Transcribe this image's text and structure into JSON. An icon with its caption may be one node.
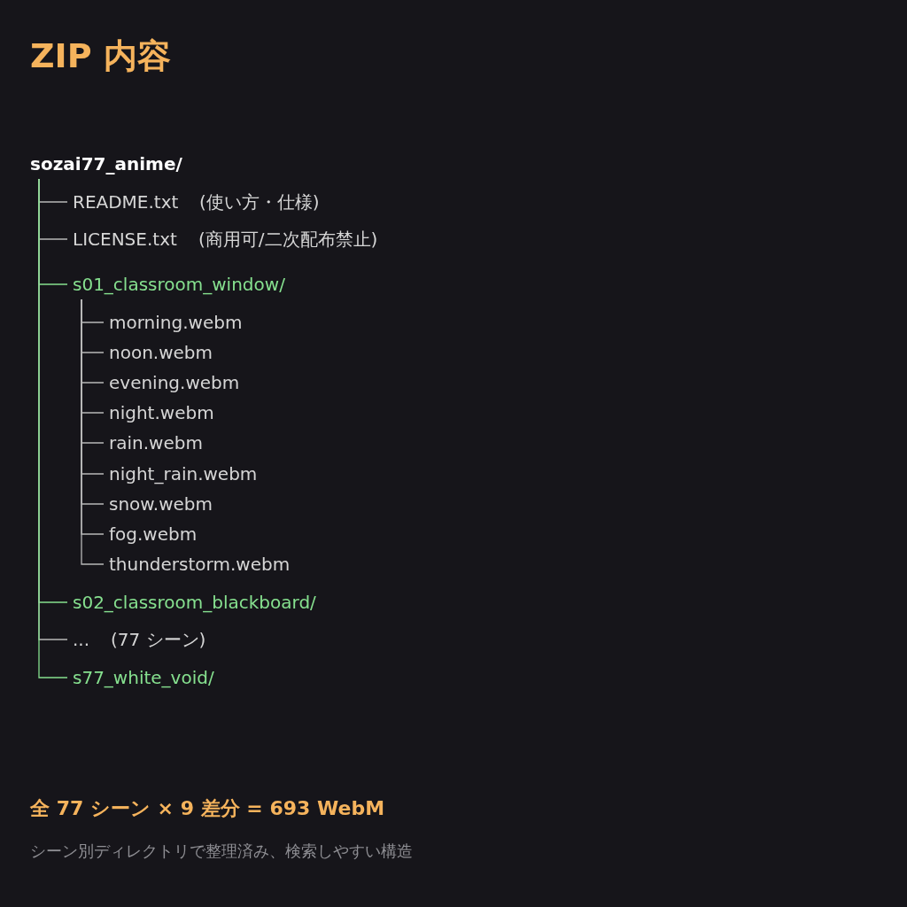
{
  "diagram": {
    "title": "ZIP 内容",
    "nodes": [
      {
        "text": [
          "sozai77_anime/"
        ]
      },
      {
        "text": [
          "README.txt"
        ],
        "beside": [
          "(使い方・仕様)"
        ]
      },
      {
        "text": [
          "LICENSE.txt"
        ],
        "beside": [
          "(商用可/二次配布禁止)"
        ]
      },
      {
        "text": [
          "s01_classroom_window/"
        ]
      },
      {
        "text": [
          "morning.webm"
        ]
      },
      {
        "text": [
          "noon.webm"
        ]
      },
      {
        "text": [
          "evening.webm"
        ]
      },
      {
        "text": [
          "night.webm"
        ]
      },
      {
        "text": [
          "rain.webm"
        ]
      },
      {
        "text": [
          "night_rain.webm"
        ]
      },
      {
        "text": [
          "snow.webm"
        ]
      },
      {
        "text": [
          "fog.webm"
        ]
      },
      {
        "text": [
          "thunderstorm.webm"
        ]
      },
      {
        "text": [
          "s02_classroom_blackboard/"
        ]
      },
      {
        "text": [
          "..."
        ],
        "beside": [
          "(77 シーン)"
        ]
      },
      {
        "text": [
          "s77_white_void/"
        ]
      }
    ],
    "edges": [
      {
        "from": 0,
        "to": 1,
        "arrow": "none"
      },
      {
        "from": 0,
        "to": 2,
        "arrow": "none"
      },
      {
        "from": 0,
        "to": 3,
        "arrow": "none",
        "color": "#86e08f"
      },
      {
        "from": 3,
        "to": 4,
        "arrow": "none"
      },
      {
        "from": 3,
        "to": 5,
        "arrow": "none"
      },
      {
        "from": 3,
        "to": 6,
        "arrow": "none"
      },
      {
        "from": 3,
        "to": 7,
        "arrow": "none"
      },
      {
        "from": 3,
        "to": 8,
        "arrow": "none"
      },
      {
        "from": 3,
        "to": 9,
        "arrow": "none"
      },
      {
        "from": 3,
        "to": 10,
        "arrow": "none"
      },
      {
        "from": 3,
        "to": 11,
        "arrow": "none"
      },
      {
        "from": 3,
        "to": 12,
        "arrow": "none"
      },
      {
        "from": 0,
        "to": 13,
        "arrow": "none",
        "color": "#86e08f"
      },
      {
        "from": 0,
        "to": 14,
        "arrow": "none"
      },
      {
        "from": 0,
        "to": 15,
        "arrow": "none",
        "color": "#86e08f"
      }
    ],
    "labels": [
      "全 77 シーン × 9 差分 = 693 WebM",
      "シーン別ディレクトリで整理済み、検索しやすい構造"
    ]
  }
}
